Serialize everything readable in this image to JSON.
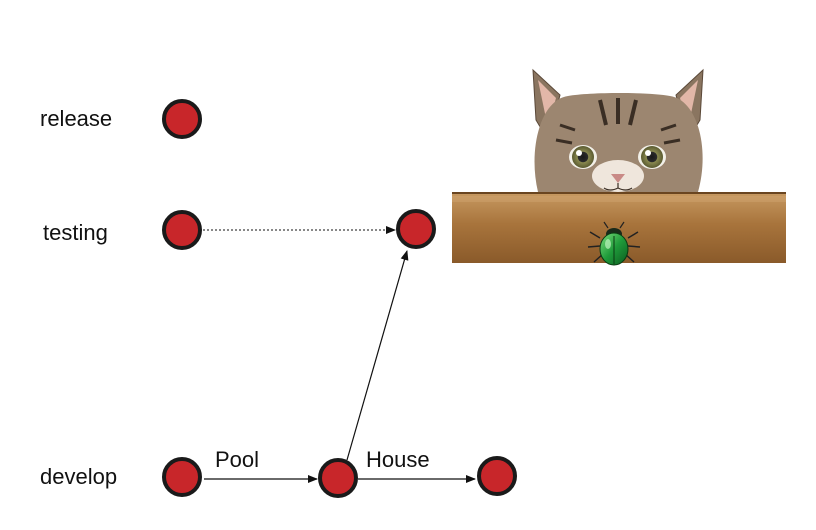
{
  "branches": {
    "release": "release",
    "testing": "testing",
    "develop": "develop"
  },
  "edges": {
    "pool": "Pool",
    "house": "House"
  },
  "illustration": {
    "subject": "cat peeking over table at green beetle",
    "icons": [
      "cat-icon",
      "beetle-icon"
    ]
  },
  "colors": {
    "node_fill": "#c8262a",
    "node_stroke": "#1a1a1a",
    "arrow": "#111111",
    "table": "#a9763f"
  }
}
